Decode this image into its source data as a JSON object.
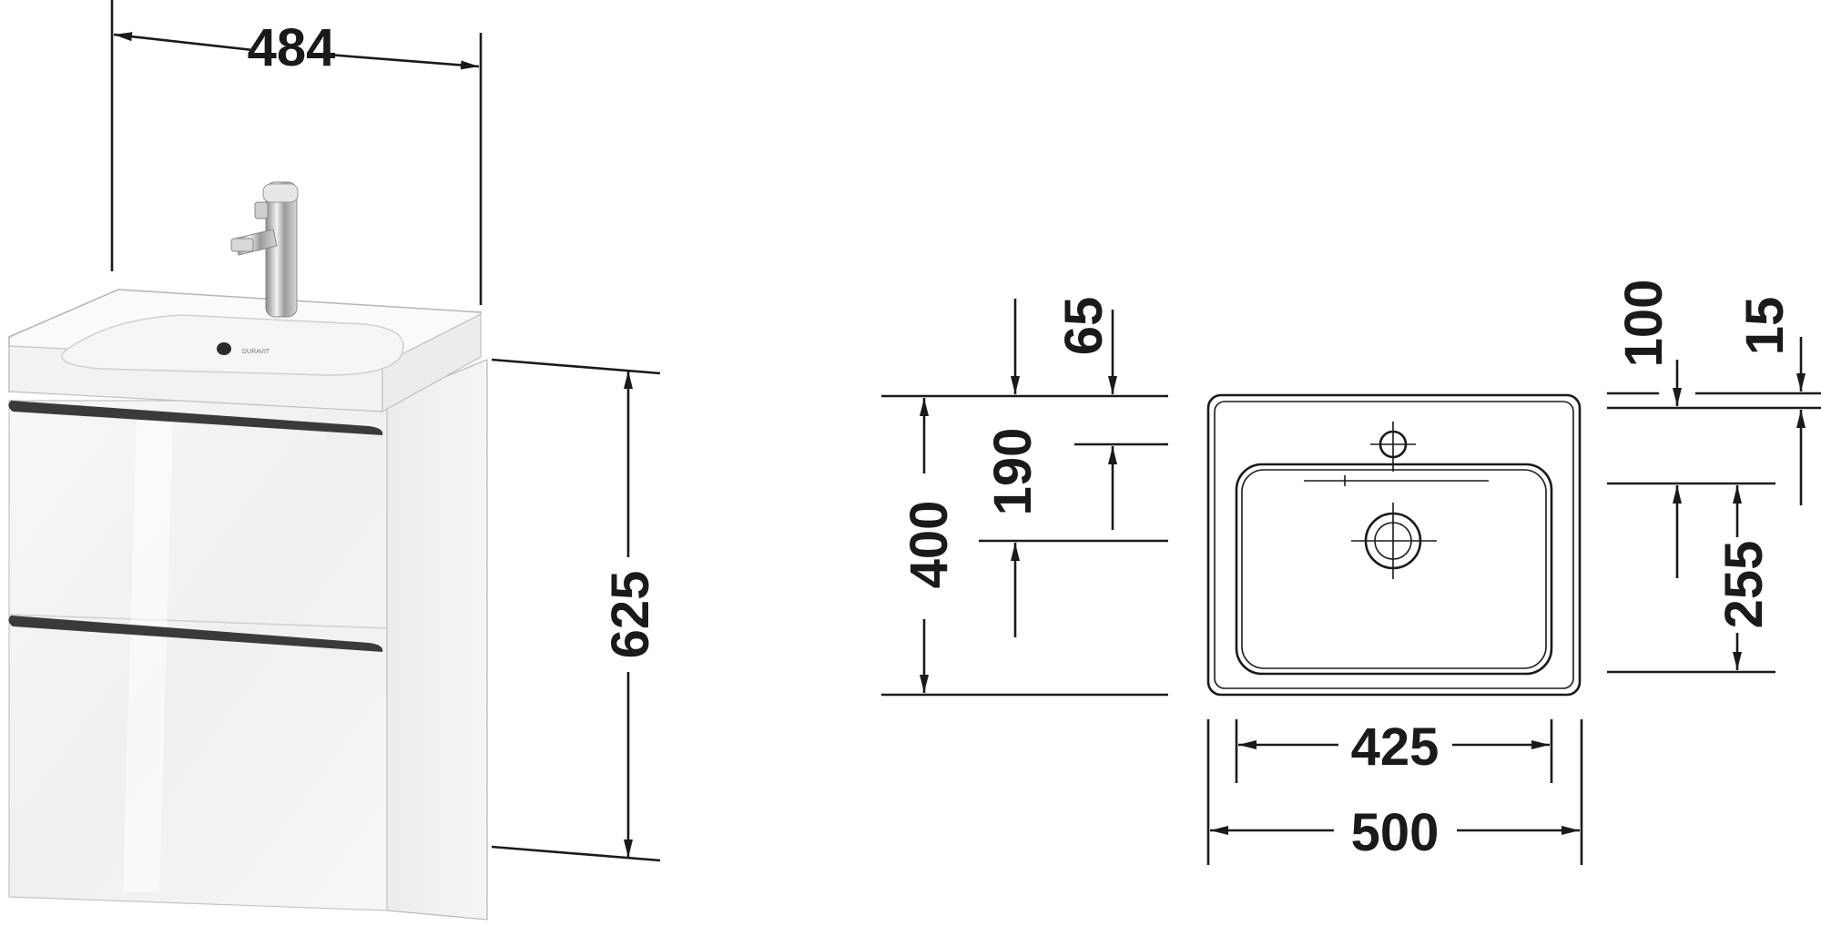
{
  "cabinet_view": {
    "dimensions": {
      "width": "484",
      "height": "625"
    },
    "logo_text": "DURAVIT"
  },
  "basin_plan": {
    "dimensions": {
      "inner_width": "425",
      "outer_width": "500",
      "depth": "400",
      "drain_from_front": "190",
      "tap_hole_from_back": "65",
      "bowl_offset_back": "100",
      "rim_height": "15",
      "bowl_depth": "255"
    }
  },
  "colors": {
    "line": "#1a1a1a",
    "cabinet_face": "#f4f4f4",
    "cabinet_side": "#e9e9e9",
    "handle": "#3a3a3a",
    "basin": "#fafafa"
  }
}
